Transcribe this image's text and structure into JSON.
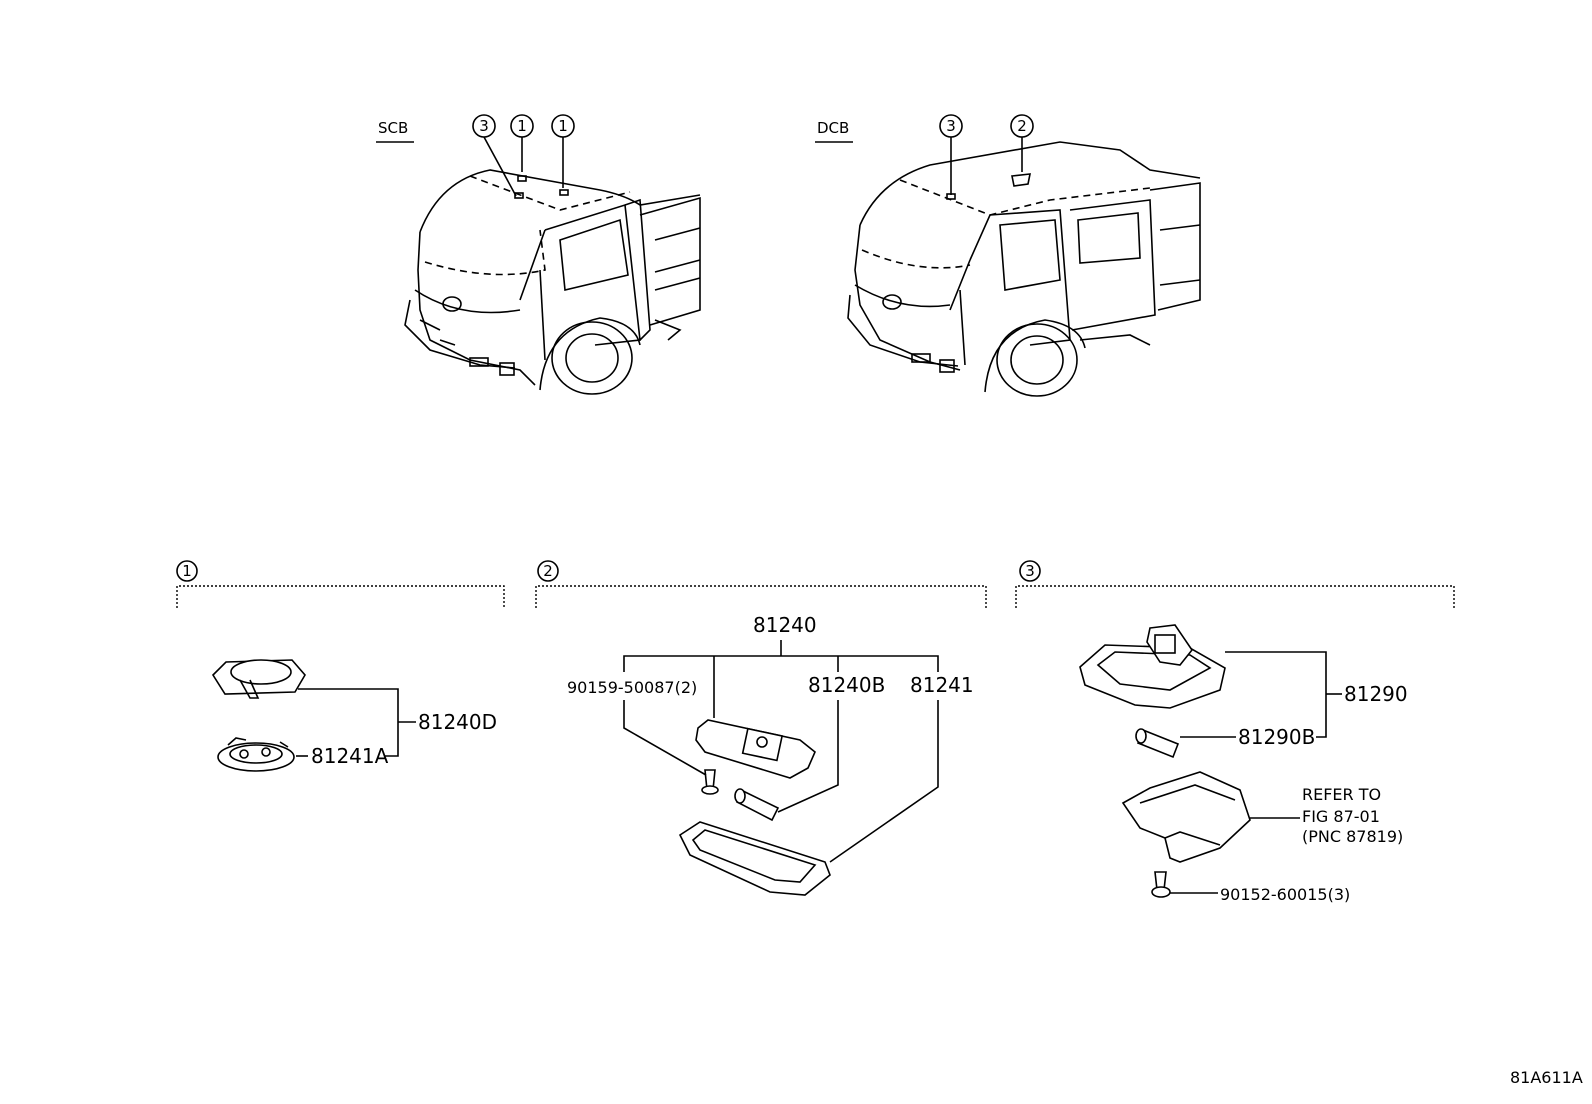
{
  "views": {
    "scb": {
      "label": "SCB",
      "callouts": [
        "3",
        "1",
        "1"
      ]
    },
    "dcb": {
      "label": "DCB",
      "callouts": [
        "3",
        "2"
      ]
    }
  },
  "groups": [
    {
      "id": "1",
      "parts": [
        "81240D",
        "81241A"
      ]
    },
    {
      "id": "2",
      "parts": [
        "81240",
        "90159-50087(2)",
        "81240B",
        "81241"
      ]
    },
    {
      "id": "3",
      "parts": [
        "81290",
        "81290B",
        "90152-60015(3)"
      ],
      "refer": [
        "REFER TO",
        "FIG 87-01",
        "(PNC 87819)"
      ]
    }
  ],
  "figure_code": "81A611A"
}
